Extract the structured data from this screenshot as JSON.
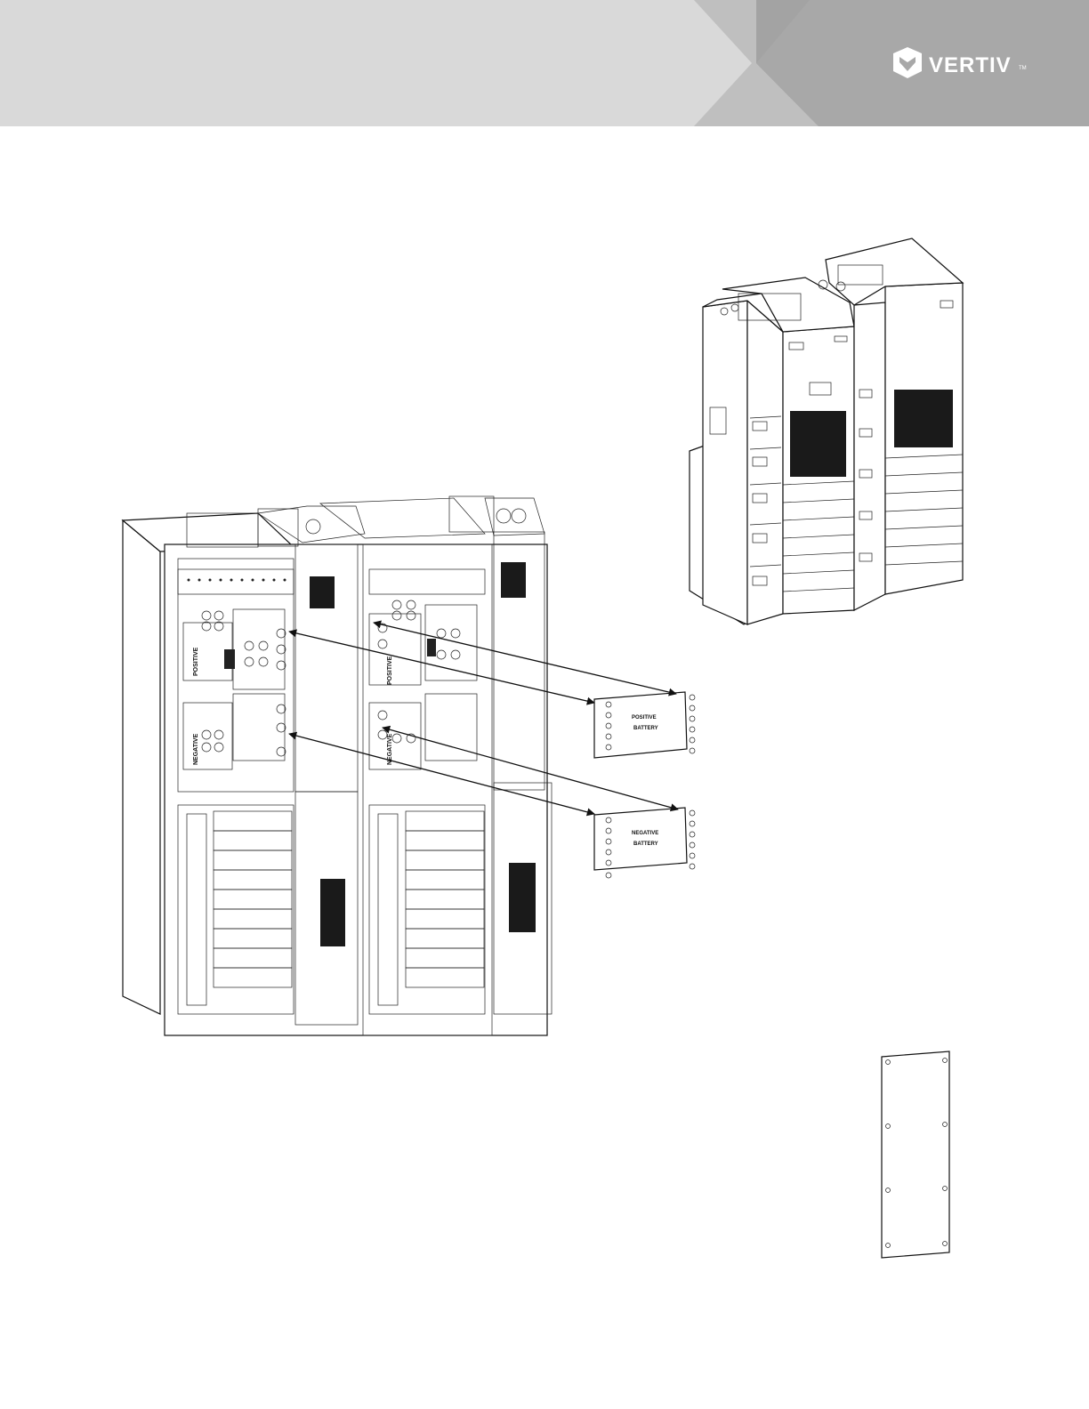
{
  "brand": {
    "name": "VERTIV",
    "trademark": "TM",
    "header_bg": "#d9d9d9",
    "header_mid": "#bfbfbf",
    "header_dark": "#a3a3a3"
  },
  "drawing": {
    "labels": {
      "positive": "POSITIVE",
      "negative": "NEGATIVE",
      "positive_battery_line1": "POSITIVE",
      "positive_battery_line2": "BATTERY",
      "negative_battery_line1": "NEGATIVE",
      "negative_battery_line2": "BATTERY"
    }
  }
}
